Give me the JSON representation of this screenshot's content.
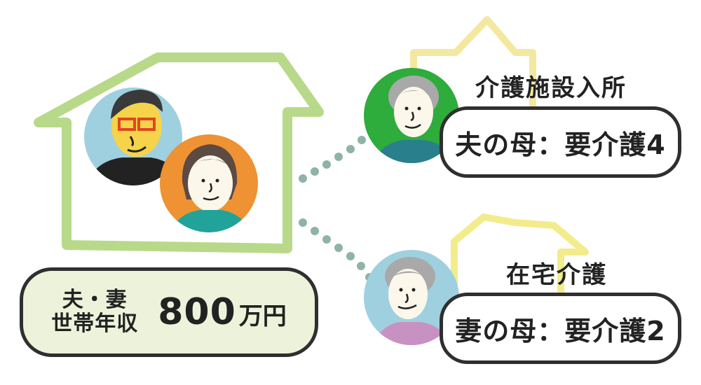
{
  "colors": {
    "main_house": "#b9d98a",
    "facility_house": "#f3e8a0",
    "home_house": "#f2ec8c",
    "dots": "#8fb3a5",
    "outline": "#2f2f2f",
    "income_fill": "#ecf3da"
  },
  "household": {
    "members_label_line1": "夫・妻",
    "members_label_line2": "世帯年収",
    "income_amount": "800",
    "income_unit": "万円"
  },
  "husband_mother": {
    "location": "介護施設入所",
    "status": "夫の母：要介護4"
  },
  "wife_mother": {
    "location": "在宅介護",
    "status": "妻の母：要介護2"
  },
  "icons": [
    "house-icon",
    "husband-avatar",
    "wife-avatar",
    "husband-mother-avatar",
    "wife-mother-avatar",
    "connector-dots"
  ]
}
